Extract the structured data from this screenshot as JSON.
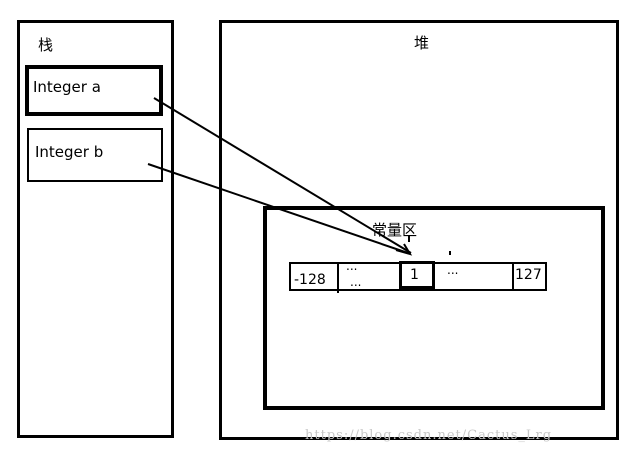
{
  "stack": {
    "title": "栈",
    "var_a": "Integer a",
    "var_b": "Integer b"
  },
  "heap": {
    "title": "堆",
    "constant_pool": {
      "title": "常量区",
      "cells": {
        "min": "-128",
        "ellipsis_left": "...",
        "ellipsis_left_2": "...",
        "one": "1",
        "ellipsis_right": "...",
        "max": "127"
      }
    }
  },
  "watermark": "https://blog.csdn.net/Cactus_Lrg",
  "colors": {
    "stroke": "#000000",
    "watermark": "#c8c8c8"
  }
}
